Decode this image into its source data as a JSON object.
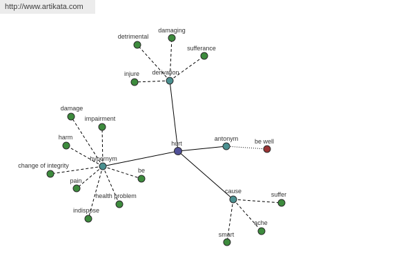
{
  "header": {
    "url": "http://www.artikata.com"
  },
  "root": {
    "label": "hurt"
  },
  "relations": [
    {
      "label": "derivation",
      "terms": [
        "detrimental",
        "damaging",
        "sufferance",
        "injure"
      ]
    },
    {
      "label": "hypernym",
      "terms": [
        "damage",
        "impairment",
        "harm",
        "change of integrity",
        "pain",
        "health problem",
        "indispose",
        "be"
      ]
    },
    {
      "label": "antonym",
      "terms": [
        "be well"
      ]
    },
    {
      "label": "cause",
      "terms": [
        "suffer",
        "ache",
        "smart"
      ]
    }
  ],
  "colors": {
    "header_bg": "#ececec",
    "header_text": "#3d3d3d",
    "root_node": "#505098",
    "relation_node": "#4a9090",
    "term_node": "#3d8b3d",
    "antonym_term_node": "#9a3434",
    "label_text": "#333333",
    "edge": "#000000"
  }
}
